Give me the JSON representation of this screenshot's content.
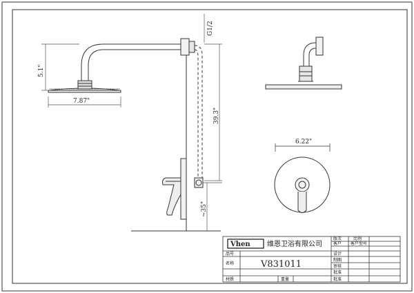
{
  "dimensions": {
    "head_diameter": "7.87\"",
    "head_drop": "5.1\"",
    "thread": "G1/2",
    "arm_height": "39.3\"",
    "valve_height": "~35\"",
    "plate_diameter": "6.22\""
  },
  "title_block": {
    "logo": "Vhen",
    "company": "维恩卫浴有限公司",
    "version_label": "版次",
    "scale_label": "比例",
    "customer_label": "客户",
    "customer_no_label": "客户型号",
    "part_no_label": "品号",
    "design_label": "设计",
    "name_label": "名称",
    "drafter_label": "制图",
    "model": "V831011",
    "review_label": "审核",
    "approve_label": "批准",
    "material_label": "材质",
    "weight_label": "重量"
  }
}
